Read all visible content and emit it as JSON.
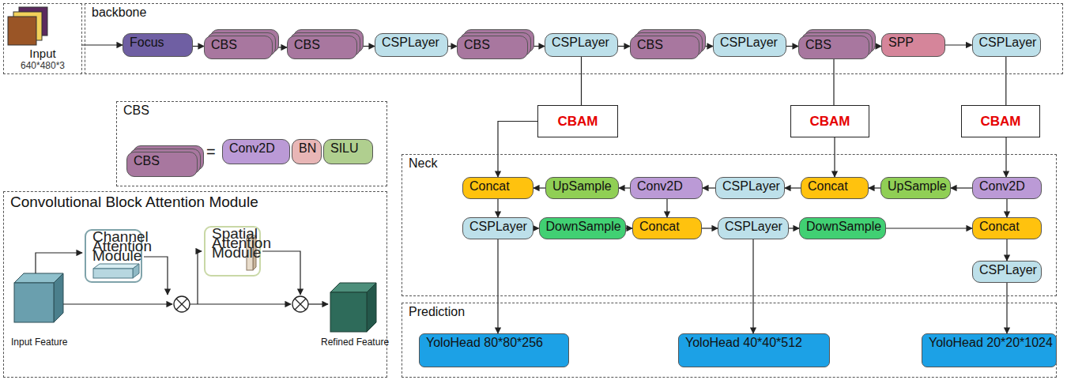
{
  "diagram": {
    "nodes": [
      {
        "text": [
          "Input",
          "640*480*3"
        ]
      },
      {
        "text": [
          "backbone"
        ]
      },
      {
        "text": [
          "Focus"
        ],
        "in": 1
      },
      {
        "text": [
          "CBS"
        ],
        "in": 1
      },
      {
        "text": [
          "CBS"
        ],
        "in": 1
      },
      {
        "text": [
          "CSPLayer"
        ],
        "in": 1
      },
      {
        "text": [
          "CBS"
        ],
        "in": 1
      },
      {
        "text": [
          "CSPLayer"
        ],
        "in": 1
      },
      {
        "text": [
          "CBS"
        ],
        "in": 1
      },
      {
        "text": [
          "CSPLayer"
        ],
        "in": 1
      },
      {
        "text": [
          "CBS"
        ],
        "in": 1
      },
      {
        "text": [
          "SPP"
        ],
        "in": 1
      },
      {
        "text": [
          "CSPLayer"
        ],
        "in": 1
      },
      {
        "text": [
          "CBAM"
        ]
      },
      {
        "text": [
          "CBAM"
        ]
      },
      {
        "text": [
          "CBAM"
        ]
      },
      {
        "text": [
          "Neck"
        ]
      },
      {
        "text": [
          "Concat"
        ],
        "in": 16
      },
      {
        "text": [
          "UpSample"
        ],
        "in": 16
      },
      {
        "text": [
          "Conv2D"
        ],
        "in": 16
      },
      {
        "text": [
          "CSPLayer"
        ],
        "in": 16
      },
      {
        "text": [
          "Concat"
        ],
        "in": 16
      },
      {
        "text": [
          "UpSample"
        ],
        "in": 16
      },
      {
        "text": [
          "Conv2D"
        ],
        "in": 16
      },
      {
        "text": [
          "CSPLayer"
        ],
        "in": 16
      },
      {
        "text": [
          "DownSample"
        ],
        "in": 16
      },
      {
        "text": [
          "Concat"
        ],
        "in": 16
      },
      {
        "text": [
          "CSPLayer"
        ],
        "in": 16
      },
      {
        "text": [
          "DownSample"
        ],
        "in": 16
      },
      {
        "text": [
          "Concat"
        ],
        "in": 16
      },
      {
        "text": [
          "CSPLayer"
        ],
        "in": 16
      },
      {
        "text": [
          "Prediction"
        ]
      },
      {
        "text": [
          "YoloHead 80*80*256"
        ],
        "in": 31
      },
      {
        "text": [
          "YoloHead 40*40*512"
        ],
        "in": 31
      },
      {
        "text": [
          "YoloHead 20*20*1024"
        ],
        "in": 31
      },
      {
        "text": [
          "CBS"
        ]
      },
      {
        "text": [
          "CBS"
        ],
        "in": 35
      },
      {
        "text": [
          "Conv2D"
        ],
        "in": 35
      },
      {
        "text": [
          "BN"
        ],
        "in": 35
      },
      {
        "text": [
          "SILU"
        ],
        "in": 35
      },
      {
        "text": [
          "Convolutional Block Attention Module"
        ]
      },
      {
        "text": [
          "Channel Attention Module"
        ],
        "in": 40
      },
      {
        "text": [
          "Spatial Attention Module"
        ],
        "in": 40
      }
    ],
    "edges": [
      {
        "from": 0,
        "to": 2,
        "arrow": "to"
      },
      {
        "from": 2,
        "to": 3,
        "arrow": "to"
      },
      {
        "from": 3,
        "to": 4,
        "arrow": "to"
      },
      {
        "from": 4,
        "to": 5,
        "arrow": "to"
      },
      {
        "from": 5,
        "to": 6,
        "arrow": "to"
      },
      {
        "from": 6,
        "to": 7,
        "arrow": "to"
      },
      {
        "from": 7,
        "to": 8,
        "arrow": "to"
      },
      {
        "from": 8,
        "to": 9,
        "arrow": "to"
      },
      {
        "from": 9,
        "to": 10,
        "arrow": "to"
      },
      {
        "from": 10,
        "to": 11,
        "arrow": "to"
      },
      {
        "from": 11,
        "to": 12,
        "arrow": "to"
      },
      {
        "from": 7,
        "to": 13,
        "arrow": "none"
      },
      {
        "from": 10,
        "to": 14,
        "arrow": "none"
      },
      {
        "from": 12,
        "to": 15,
        "arrow": "none"
      },
      {
        "from": 13,
        "to": 17,
        "arrow": "to"
      },
      {
        "from": 14,
        "to": 21,
        "arrow": "to"
      },
      {
        "from": 15,
        "to": 23,
        "arrow": "to"
      },
      {
        "from": 23,
        "to": 22,
        "arrow": "to"
      },
      {
        "from": 22,
        "to": 21,
        "arrow": "to"
      },
      {
        "from": 21,
        "to": 20,
        "arrow": "to"
      },
      {
        "from": 20,
        "to": 19,
        "arrow": "to"
      },
      {
        "from": 19,
        "to": 18,
        "arrow": "to"
      },
      {
        "from": 18,
        "to": 17,
        "arrow": "to"
      },
      {
        "from": 17,
        "to": 24,
        "arrow": "to"
      },
      {
        "from": 24,
        "to": 25,
        "arrow": "to"
      },
      {
        "from": 25,
        "to": 26,
        "arrow": "to"
      },
      {
        "from": 19,
        "to": 26,
        "arrow": "to"
      },
      {
        "from": 26,
        "to": 27,
        "arrow": "to"
      },
      {
        "from": 27,
        "to": 28,
        "arrow": "to"
      },
      {
        "from": 28,
        "to": 29,
        "arrow": "to"
      },
      {
        "from": 23,
        "to": 29,
        "arrow": "to"
      },
      {
        "from": 29,
        "to": 30,
        "arrow": "to"
      },
      {
        "from": 24,
        "to": 32,
        "arrow": "to"
      },
      {
        "from": 27,
        "to": 33,
        "arrow": "to"
      },
      {
        "from": 30,
        "to": 34,
        "arrow": "to"
      }
    ],
    "labels": [
      "=",
      "Input Feature",
      "Refined Feature"
    ]
  }
}
